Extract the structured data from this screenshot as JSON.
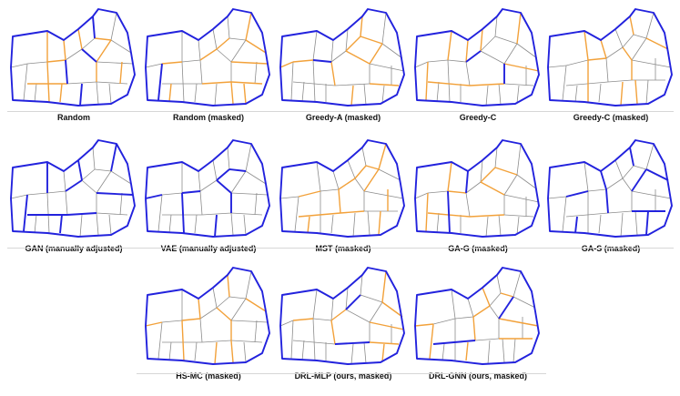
{
  "colors": {
    "boundary": "#2222dd",
    "thin_road": "#8c8c8c",
    "new_road": "#f2a13a",
    "rule": "#d6d6d6"
  },
  "panels": [
    {
      "caption": "Random",
      "variant": "A",
      "orange": [
        2,
        4,
        6,
        9,
        11,
        14,
        17,
        19,
        22,
        25,
        27
      ],
      "blue": [
        0,
        8,
        15,
        20
      ]
    },
    {
      "caption": "Random (masked)",
      "variant": "A",
      "orange": [
        1,
        3,
        5,
        7,
        10,
        12,
        16,
        18,
        21,
        24,
        26
      ],
      "blue": [
        13
      ]
    },
    {
      "caption": "Greedy-A (masked)",
      "variant": "B",
      "orange": [
        0,
        2,
        5,
        8,
        9,
        12,
        15,
        18,
        20,
        23
      ],
      "blue": [
        11
      ]
    },
    {
      "caption": "Greedy-C",
      "variant": "B",
      "orange": [
        1,
        4,
        6,
        10,
        13,
        16,
        19,
        22
      ],
      "blue": [
        7,
        17
      ]
    },
    {
      "caption": "Greedy-C (masked)",
      "variant": "C",
      "orange": [
        0,
        3,
        6,
        8,
        11,
        14,
        17,
        20,
        22,
        26
      ],
      "blue": []
    },
    {
      "caption": "GAN (manually adjusted)",
      "variant": "A",
      "orange": [],
      "blue": [
        1,
        4,
        7,
        10,
        13,
        16,
        19,
        22,
        25
      ]
    },
    {
      "caption": "VAE (manually adjusted)",
      "variant": "A",
      "orange": [],
      "blue": [
        2,
        5,
        8,
        11,
        14,
        17,
        20,
        23
      ]
    },
    {
      "caption": "MST (masked)",
      "variant": "C",
      "orange": [
        1,
        2,
        5,
        7,
        9,
        12,
        15,
        16,
        19,
        21,
        24,
        27
      ],
      "blue": []
    },
    {
      "caption": "GA-G (masked)",
      "variant": "B",
      "orange": [
        2,
        5,
        8,
        11,
        13,
        16,
        19,
        22
      ],
      "blue": [
        6,
        14
      ]
    },
    {
      "caption": "GA-S (masked)",
      "variant": "C",
      "orange": [],
      "blue": [
        0,
        3,
        6,
        9,
        12,
        15,
        18,
        21,
        24
      ]
    },
    {
      "caption": "HS-MC (masked)",
      "variant": "A",
      "orange": [
        0,
        3,
        6,
        8,
        11,
        14,
        17,
        20,
        23,
        26
      ],
      "blue": []
    },
    {
      "caption": "DRL-MLP (ours, masked)",
      "variant": "B",
      "orange": [
        1,
        3,
        7,
        10,
        12,
        15,
        18,
        21
      ],
      "blue": [
        5,
        16
      ]
    },
    {
      "caption": "DRL-GNN (ours, masked)",
      "variant": "C",
      "orange": [
        2,
        4,
        7,
        10,
        13,
        15,
        18,
        23,
        25
      ],
      "blue": [
        9,
        19
      ]
    }
  ]
}
